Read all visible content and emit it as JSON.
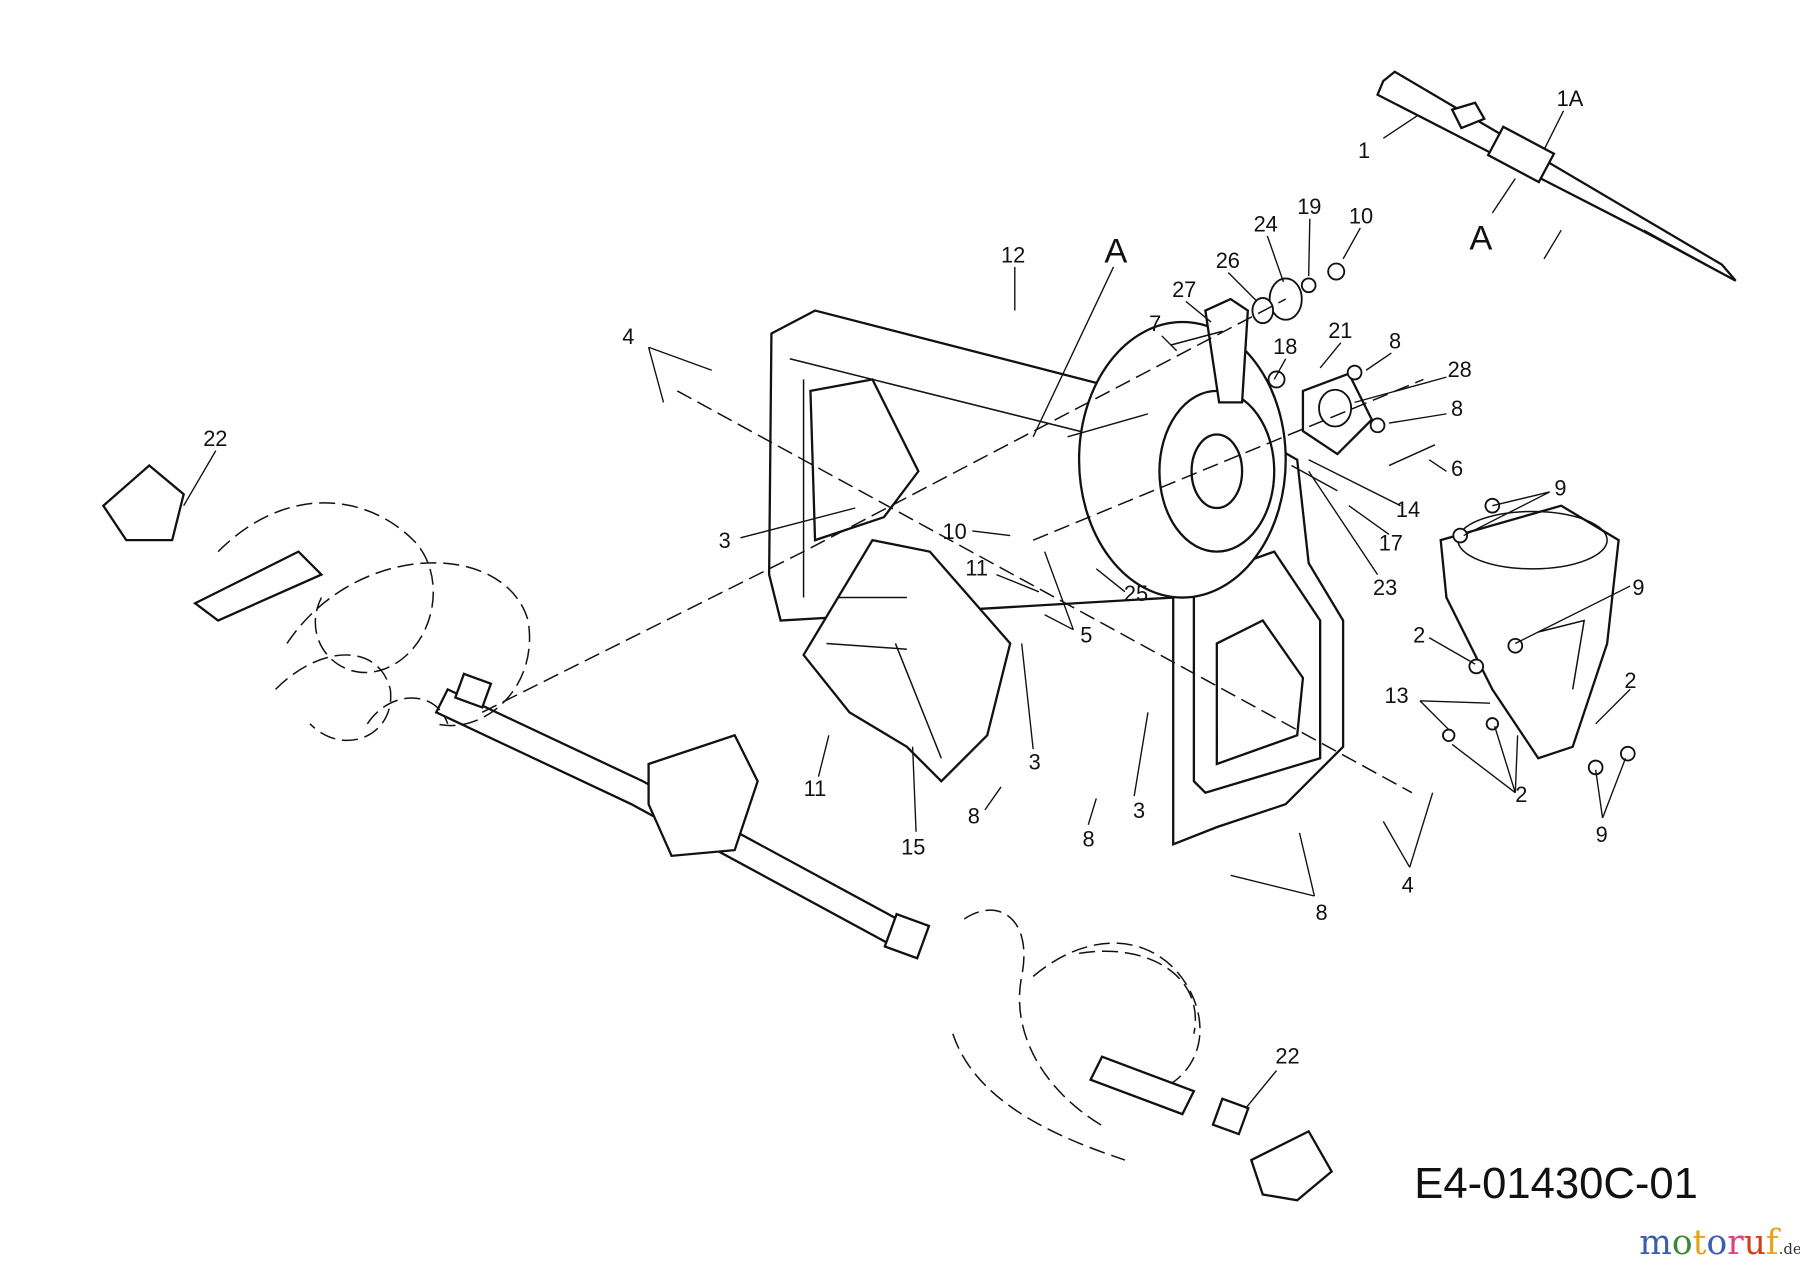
{
  "diagram_code": "E4-01430C-01",
  "section_markers": [
    "A",
    "A"
  ],
  "callouts": [
    "1",
    "1A",
    "12",
    "24",
    "19",
    "10",
    "26",
    "27",
    "7",
    "18",
    "21",
    "8",
    "28",
    "8",
    "6",
    "14",
    "17",
    "23",
    "9",
    "9",
    "2",
    "2",
    "13",
    "2",
    "9",
    "4",
    "22",
    "3",
    "10",
    "11",
    "25",
    "5",
    "11",
    "15",
    "8",
    "3",
    "8",
    "3",
    "4",
    "8",
    "22"
  ],
  "logo": {
    "text": "motoruf",
    "suffix": ".de",
    "colors": [
      "#3b5fb0",
      "#3b8a3b",
      "#e8a317",
      "#3b5fb0",
      "#e0407a",
      "#d04020",
      "#e8a317"
    ]
  }
}
